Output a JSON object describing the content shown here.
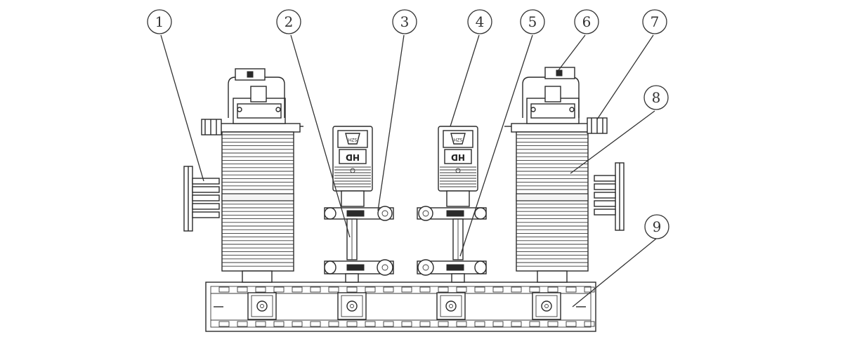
{
  "callouts": [
    {
      "label": "1"
    },
    {
      "label": "2"
    },
    {
      "label": "3"
    },
    {
      "label": "4"
    },
    {
      "label": "5"
    },
    {
      "label": "6"
    },
    {
      "label": "7"
    },
    {
      "label": "8"
    },
    {
      "label": "9"
    }
  ],
  "motor_plate_text": "HD",
  "motor_badge_text": "SZH"
}
